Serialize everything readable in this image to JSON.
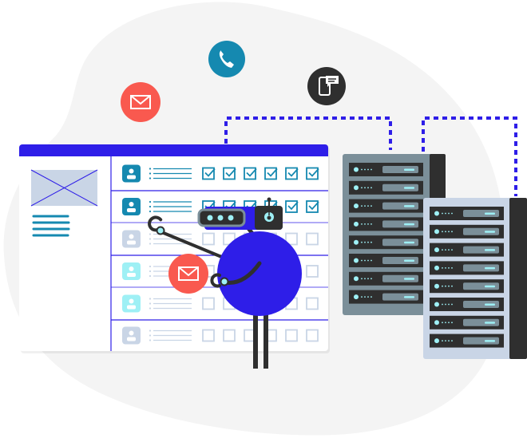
{
  "colors": {
    "blob": "#f4f4f4",
    "brand_blue": "#2e1ee8",
    "teal": "#1589b0",
    "cyan": "#9ef0f5",
    "pale": "#c9d5e6",
    "coral": "#f9594f",
    "dark": "#2f2f2f",
    "server_gray": "#7b8f99"
  },
  "table": {
    "rows": [
      {
        "avatar": "teal",
        "checked": [
          true,
          true,
          true,
          true,
          true,
          true
        ]
      },
      {
        "avatar": "teal",
        "checked": [
          true,
          true,
          true,
          true,
          true,
          true
        ]
      },
      {
        "avatar": "pale",
        "checked": [
          false,
          false,
          false,
          false,
          false,
          false
        ]
      },
      {
        "avatar": "cyan",
        "checked": [
          false,
          false,
          false,
          false,
          false,
          false
        ]
      },
      {
        "avatar": "cyan",
        "checked": [
          false,
          false,
          false,
          false,
          false,
          false
        ]
      },
      {
        "avatar": "pale",
        "checked": [
          false,
          false,
          false,
          false,
          false,
          false
        ]
      }
    ]
  },
  "servers": {
    "left_slots": 8,
    "right_slots": 8
  },
  "icons": [
    "email-icon",
    "phone-icon",
    "mobile-chat-icon",
    "robot-illustration"
  ]
}
